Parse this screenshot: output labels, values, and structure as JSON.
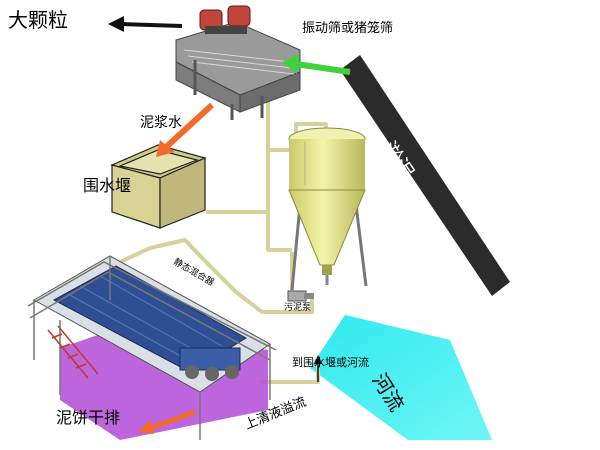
{
  "labels": {
    "large_particles": "大颗粒",
    "vibrating_screen": "振动筛或猪笼筛",
    "silt": "淤泥",
    "mud_water": "泥浆水",
    "cofferdam": "围水堰",
    "static_mixer": "静态混合器",
    "sludge_pump": "污泥泵",
    "to_cofferdam_or_river": "到围水堰或河流",
    "clear_overflow": "上清液溢流",
    "river": "河流",
    "filter_cake": "泥饼干排"
  },
  "colors": {
    "arrow_orange": "#f26b2a",
    "arrow_green": "#3fd23a",
    "arrow_black": "#111111",
    "silt_band": "#2b2b2b",
    "river_cyan": "#35f0f0",
    "tank_yellow": "#eeee99",
    "cofferdam_tan": "#d8d294",
    "pipe_tan": "#d9cf9a",
    "press_blue": "#2f4f95",
    "press_purple": "#b24ad6"
  }
}
